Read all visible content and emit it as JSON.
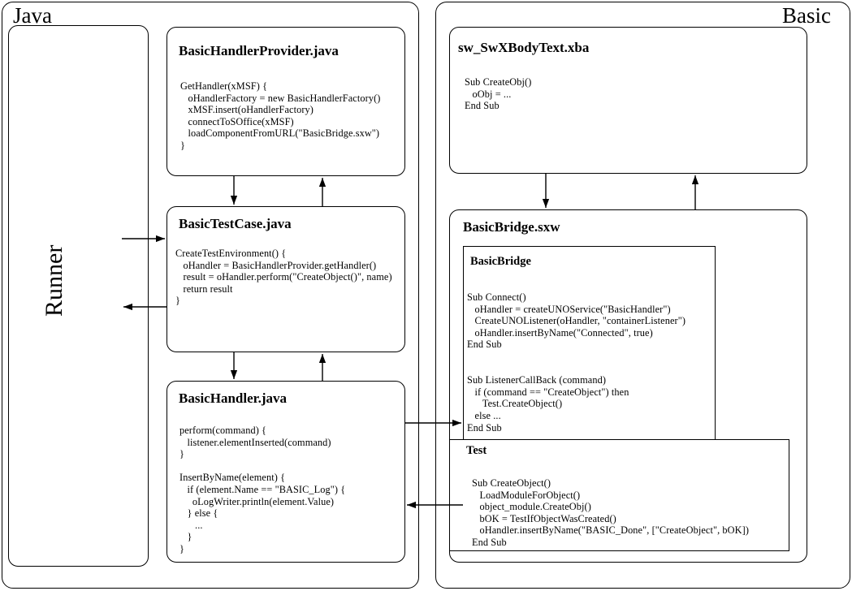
{
  "diagram": {
    "panels": [
      {
        "id": "java",
        "label": "Java"
      },
      {
        "id": "basic",
        "label": "Basic"
      }
    ]
  },
  "java_panel": {
    "label": "Java",
    "runner": {
      "label": "Runner"
    },
    "boxes": [
      {
        "title": "BasicHandlerProvider.java",
        "code": "GetHandler(xMSF) {\n   oHandlerFactory = new BasicHandlerFactory()\n   xMSF.insert(oHandlerFactory)\n   connectToSOffice(xMSF)\n   loadComponentFromURL(\"BasicBridge.sxw\")\n}"
      },
      {
        "title": "BasicTestCase.java",
        "code": "CreateTestEnvironment() {\n   oHandler = BasicHandlerProvider.getHandler()\n   result = oHandler.perform(\"CreateObject()\", name)\n   return result\n}"
      },
      {
        "title": "BasicHandler.java",
        "code": "perform(command) {\n   listener.elementInserted(command)\n}\n\nInsertByName(element) {\n   if (element.Name == \"BASIC_Log\") {\n     oLogWriter.println(element.Value)\n   } else {\n      ...\n   }\n}"
      }
    ]
  },
  "basic_panel": {
    "label": "Basic",
    "boxes": [
      {
        "title": "sw_SwXBodyText.xba",
        "code": "Sub CreateObj()\n   oObj = ...\nEnd Sub"
      },
      {
        "title": "BasicBridge.sxw",
        "modules": [
          {
            "title": "BasicBridge",
            "code": "Sub Connect()\n   oHandler = createUNOService(\"BasicHandler\")\n   CreateUNOListener(oHandler, \"containerListener\")\n   oHandler.insertByName(\"Connected\", true)\nEnd Sub\n\n\nSub ListenerCallBack (command)\n   if (command == \"CreateObject\") then\n      Test.CreateObject()\n   else ...\nEnd Sub"
          },
          {
            "title": "Test",
            "code": "Sub CreateObject()\n   LoadModuleForObject()\n   object_module.CreateObj()\n   bOK = TestIfObjectWasCreated()\n   oHandler.insertByName(\"BASIC_Done\", [\"CreateObject\", bOK])\nEnd Sub"
          }
        ]
      }
    ]
  },
  "colors": {
    "stroke": "#000000",
    "background": "#ffffff",
    "text": "#000000"
  }
}
